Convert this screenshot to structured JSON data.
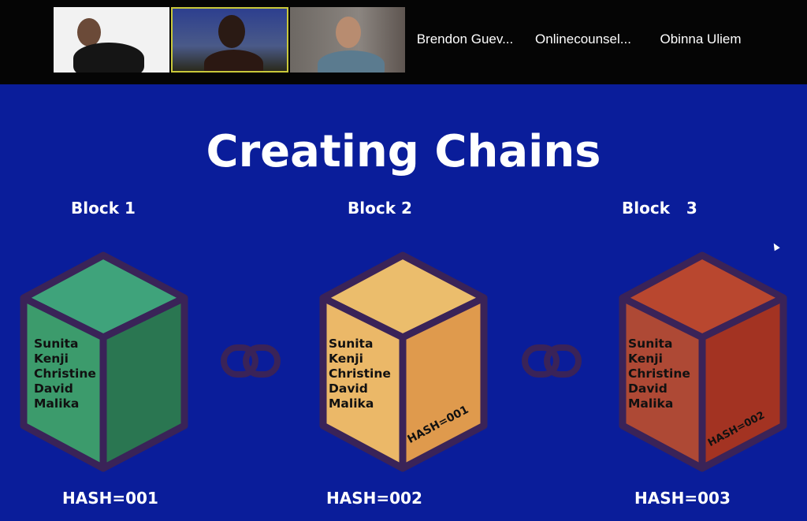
{
  "meeting": {
    "participants": [
      {
        "name": "Brendon Guev..."
      },
      {
        "name": "Onlinecounsel..."
      },
      {
        "name": "Obinna Uliem"
      }
    ]
  },
  "slide": {
    "title": "Creating Chains",
    "blocks": [
      {
        "label": "Block 1",
        "hash": "HASH=001",
        "prev_hash": null,
        "names": [
          "Sunita",
          "Kenji",
          "Christine",
          "David",
          "Malika"
        ],
        "colors": {
          "top": "#3fa37b",
          "left": "#3c9b6c",
          "right": "#2a7651"
        }
      },
      {
        "label": "Block 2",
        "hash": "HASH=002",
        "prev_hash": "HASH=001",
        "names": [
          "Sunita",
          "Kenji",
          "Christine",
          "David",
          "Malika"
        ],
        "colors": {
          "top": "#ebbd6c",
          "left": "#ebb868",
          "right": "#df9a4d"
        }
      },
      {
        "label": "Block   3",
        "hash": "HASH=003",
        "prev_hash": "HASH=002",
        "names": [
          "Sunita",
          "Kenji",
          "Christine",
          "David",
          "Malika"
        ],
        "colors": {
          "top": "#b9472f",
          "left": "#ae4935",
          "right": "#a33322"
        }
      }
    ]
  }
}
